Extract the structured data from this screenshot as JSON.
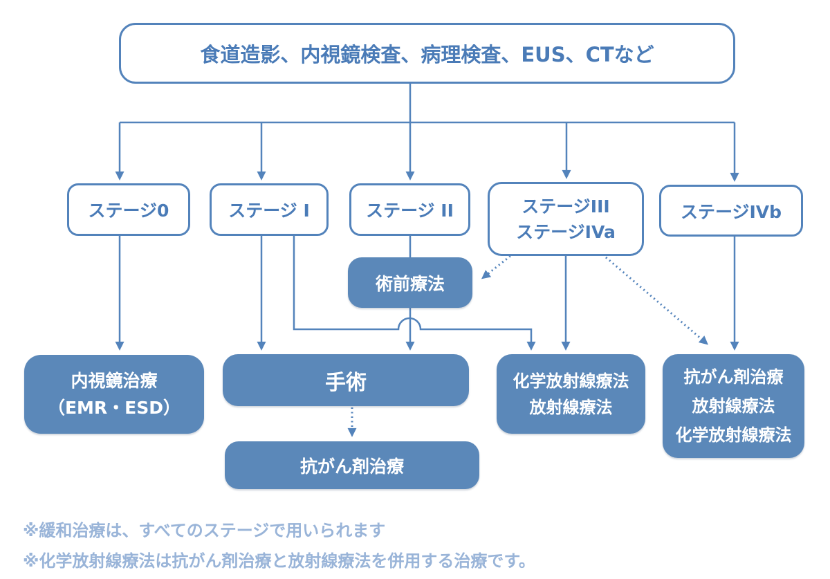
{
  "colors": {
    "box_fill": "#5B88B9",
    "line_and_border": "#5383BB",
    "outline_box_text": "#4A7BB7",
    "filled_box_text": "#FFFFFF",
    "note_text": "#99B4D8",
    "background": "#FFFFFF"
  },
  "diagram": {
    "top_box": {
      "label": "食道造影、内視鏡検査、病理検査、EUS、CTなど"
    },
    "stages": [
      {
        "label": "ステージ0"
      },
      {
        "label": "ステージ I"
      },
      {
        "label": "ステージ II"
      },
      {
        "lines": [
          "ステージIII",
          "ステージIVa"
        ]
      },
      {
        "label": "ステージIVb"
      }
    ],
    "preop": {
      "label": "術前療法"
    },
    "treatments": {
      "endoscopic": {
        "lines": [
          "内視鏡治療",
          "（EMR・ESD）"
        ]
      },
      "surgery": {
        "label": "手術"
      },
      "chemoradio": {
        "lines": [
          "化学放射線療法",
          "放射線療法"
        ]
      },
      "stage4b_options": {
        "lines": [
          "抗がん剤治療",
          "放射線療法",
          "化学放射線療法"
        ]
      },
      "chemo": {
        "label": "抗がん剤治療"
      }
    },
    "notes": [
      "※緩和治療は、すべてのステージで用いられます",
      "※化学放射線療法は抗がん剤治療と放射線療法を併用する治療です。"
    ]
  }
}
